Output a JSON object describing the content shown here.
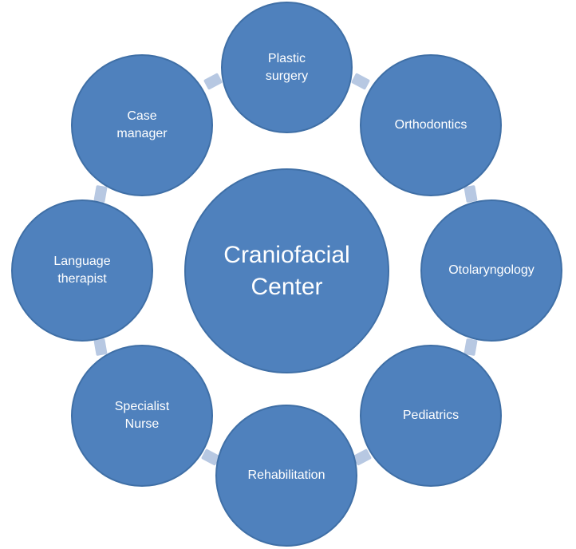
{
  "diagram": {
    "center": {
      "label": "Craniofacial\nCenter"
    },
    "nodes": [
      {
        "label": "Plastic\nsurgery"
      },
      {
        "label": "Orthodontics"
      },
      {
        "label": "Otolaryngology"
      },
      {
        "label": "Pediatrics"
      },
      {
        "label": "Rehabilitation"
      },
      {
        "label": "Specialist\nNurse"
      },
      {
        "label": "Language\ntherapist"
      },
      {
        "label": "Case\nmanager"
      }
    ]
  },
  "colors": {
    "node_fill": "#4f81bd",
    "node_border": "#3f6fa6",
    "connector": "#b7c8e2"
  }
}
